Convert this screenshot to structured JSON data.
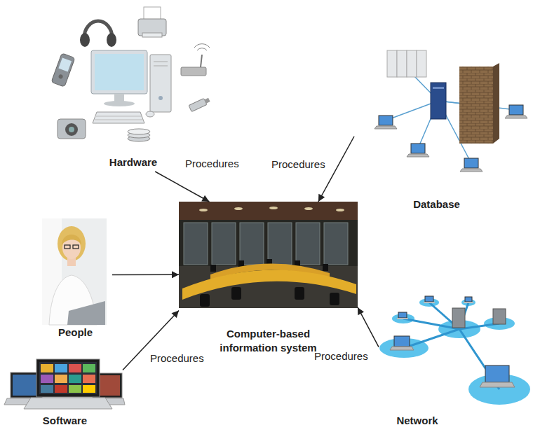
{
  "diagram": {
    "nodes": [
      {
        "text": [
          "Hardware"
        ]
      },
      {
        "text": [
          "Database"
        ]
      },
      {
        "text": [
          "People"
        ]
      },
      {
        "text": [
          "Computer-based information system"
        ]
      },
      {
        "text": [
          "Software"
        ]
      },
      {
        "text": [
          "Network"
        ]
      }
    ],
    "edges": [
      {
        "from": 0,
        "to": 3,
        "label": "Procedures",
        "arrow": "to"
      },
      {
        "from": 1,
        "to": 3,
        "label": "Procedures",
        "arrow": "to"
      },
      {
        "from": 2,
        "to": 3,
        "arrow": "to"
      },
      {
        "from": 4,
        "to": 3,
        "label": "Procedures",
        "arrow": "to"
      },
      {
        "from": 5,
        "to": 3,
        "label": "Procedures",
        "arrow": "to"
      }
    ]
  }
}
